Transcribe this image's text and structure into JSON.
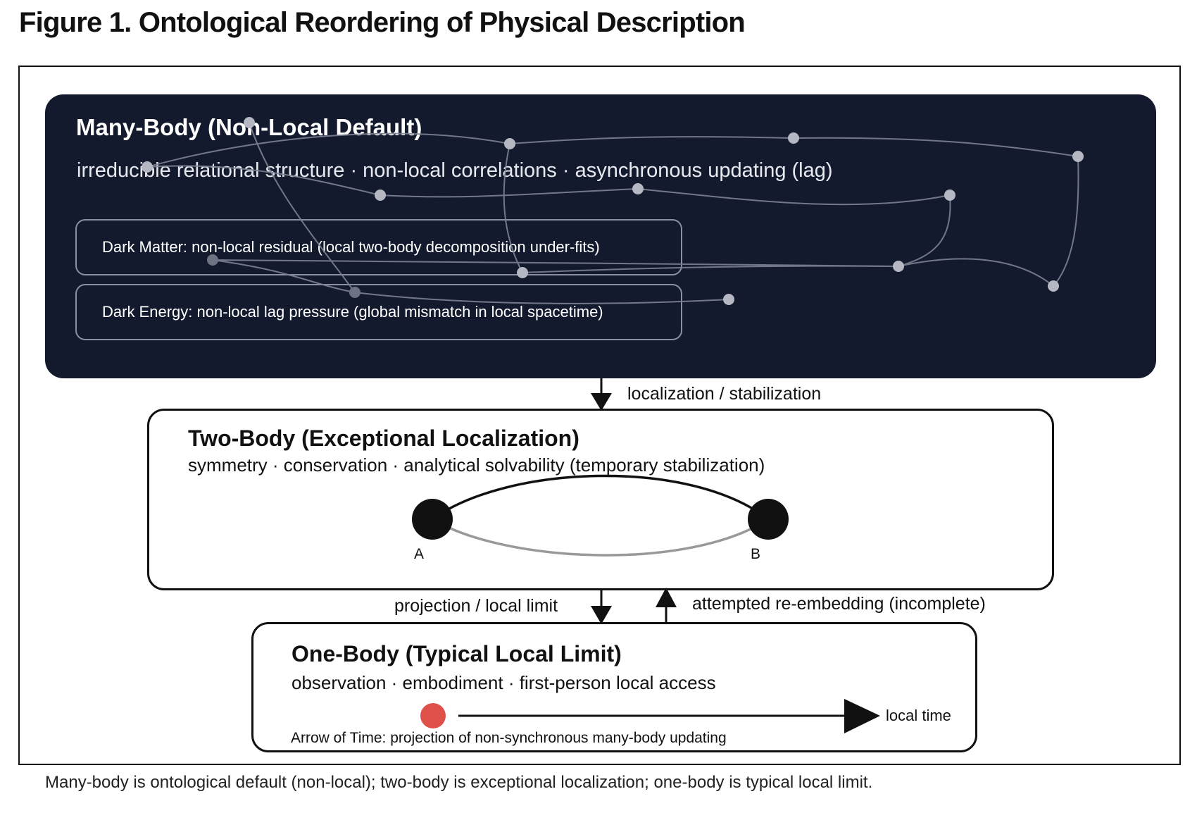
{
  "figure": {
    "title": "Figure 1. Ontological Reordering of Physical Description",
    "caption": "Many-body is ontological default (non-local); two-body is exceptional localization; one-body is typical local limit."
  },
  "many_body": {
    "title": "Many-Body (Non-Local Default)",
    "subtitle": "irreducible relational structure · non-local correlations · asynchronous updating (lag)",
    "dark_matter": "Dark Matter: non-local residual (local two-body decomposition under-fits)",
    "dark_energy": "Dark Energy: non-local lag pressure (global mismatch in local spacetime)"
  },
  "arrows": {
    "localization": "localization / stabilization",
    "projection": "projection / local limit",
    "re_embedding": "attempted re-embedding (incomplete)"
  },
  "two_body": {
    "title": "Two-Body (Exceptional Localization)",
    "subtitle": "symmetry · conservation · analytical solvability (temporary stabilization)",
    "node_a": "A",
    "node_b": "B"
  },
  "one_body": {
    "title": "One-Body (Typical Local Limit)",
    "subtitle": "observation · embodiment · first-person local access",
    "local_time": "local time",
    "arrow_of_time": "Arrow of Time: projection of non-synchronous many-body updating"
  },
  "colors": {
    "dark_panel": "#141a2e",
    "network_node": "#b5b8c2",
    "network_edge": "#7d8293",
    "observer_dot": "#e0504a",
    "ink": "#111111"
  }
}
